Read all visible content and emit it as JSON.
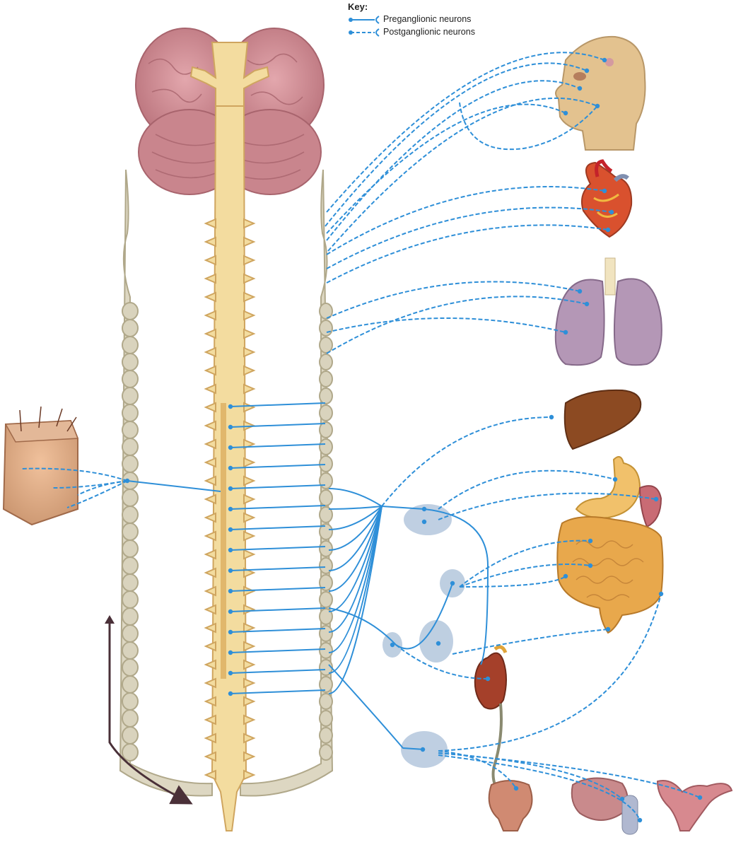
{
  "key": {
    "title": "Key:",
    "preganglionic_label": "Preganglionic neurons",
    "postganglionic_label": "Postganglionic neurons"
  },
  "colors": {
    "nerve": "#2e8fd8",
    "spinal_cord": "#f0d898",
    "cord_outline": "#d6b068",
    "brain": "#cf8f96",
    "chain": "#d9d3bd",
    "ganglion": "#a9bfd8",
    "arrow": "#4a3038"
  },
  "icons": {
    "brain": "brain-illustration",
    "head": "head-icon",
    "heart": "heart-icon",
    "lungs": "lungs-icon",
    "liver": "liver-icon",
    "stomach": "stomach-icon",
    "intestines": "intestines-icon",
    "kidney": "kidney-icon",
    "bladder": "bladder-icon",
    "male_reproductive": "male-reproductive-icon",
    "female_reproductive": "female-reproductive-icon",
    "skin": "skin-block-icon"
  }
}
